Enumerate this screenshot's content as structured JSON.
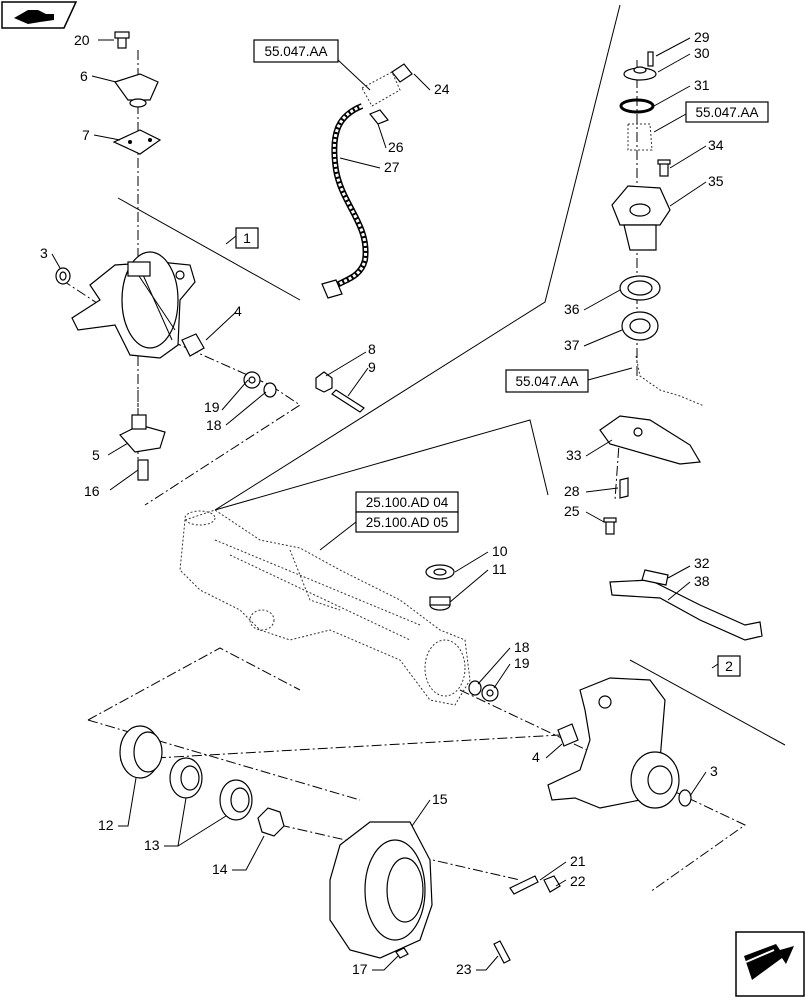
{
  "refs": {
    "r1": "55.047.AA",
    "r2": "55.047.AA",
    "r3": "55.047.AA",
    "r4": "25.100.AD 04",
    "r5": "25.100.AD 05"
  },
  "groups": {
    "g1": "1",
    "g2": "2"
  },
  "labels": {
    "n20": "20",
    "n6": "6",
    "n7": "7",
    "n3a": "3",
    "n4a": "4",
    "n5": "5",
    "n16": "16",
    "n19a": "19",
    "n18a": "18",
    "n8": "8",
    "n9": "9",
    "n24": "24",
    "n26": "26",
    "n27": "27",
    "n29": "29",
    "n30": "30",
    "n31": "31",
    "n34": "34",
    "n35": "35",
    "n36": "36",
    "n37": "37",
    "n33": "33",
    "n28": "28",
    "n25": "25",
    "n32": "32",
    "n38": "38",
    "n10": "10",
    "n11": "11",
    "n18b": "18",
    "n19b": "19",
    "n4b": "4",
    "n3b": "3",
    "n12": "12",
    "n13": "13",
    "n14": "14",
    "n15": "15",
    "n21": "21",
    "n22": "22",
    "n17": "17",
    "n23": "23"
  },
  "icons": {
    "top_left": "next-page-arrow-icon",
    "bottom_right": "exploded-view-icon"
  }
}
